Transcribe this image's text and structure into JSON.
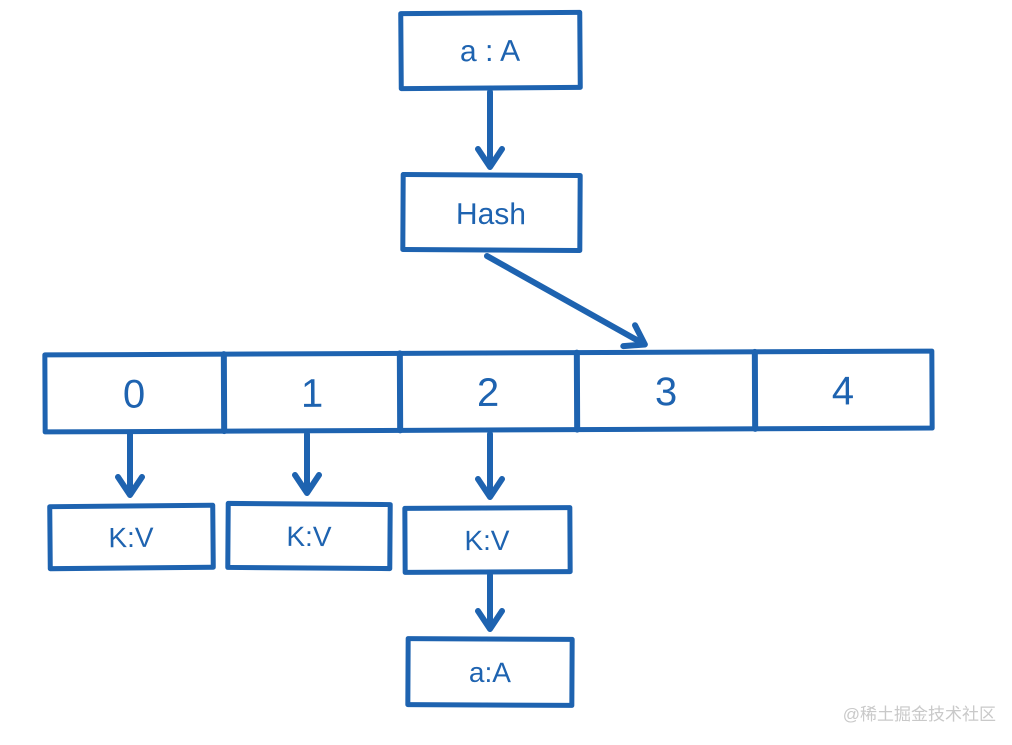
{
  "colors": {
    "stroke": "#1e63b0",
    "watermark": "#c9c9c9",
    "background": "#ffffff"
  },
  "nodes": {
    "key": {
      "label": "a : A"
    },
    "hash": {
      "label": "Hash"
    },
    "buckets": [
      {
        "label": "0"
      },
      {
        "label": "1"
      },
      {
        "label": "2"
      },
      {
        "label": "3"
      },
      {
        "label": "4"
      }
    ],
    "kv_0": {
      "label": "K:V"
    },
    "kv_1": {
      "label": "K:V"
    },
    "kv_2": {
      "label": "K:V"
    },
    "entry": {
      "label": "a:A"
    }
  },
  "edges": [
    {
      "from": "key",
      "to": "hash"
    },
    {
      "from": "hash",
      "to": "bucket-3"
    },
    {
      "from": "bucket-0",
      "to": "kv_0"
    },
    {
      "from": "bucket-1",
      "to": "kv_1"
    },
    {
      "from": "bucket-2",
      "to": "kv_2"
    },
    {
      "from": "kv_2",
      "to": "entry"
    }
  ],
  "watermark": {
    "text": "@稀土掘金技术社区"
  }
}
